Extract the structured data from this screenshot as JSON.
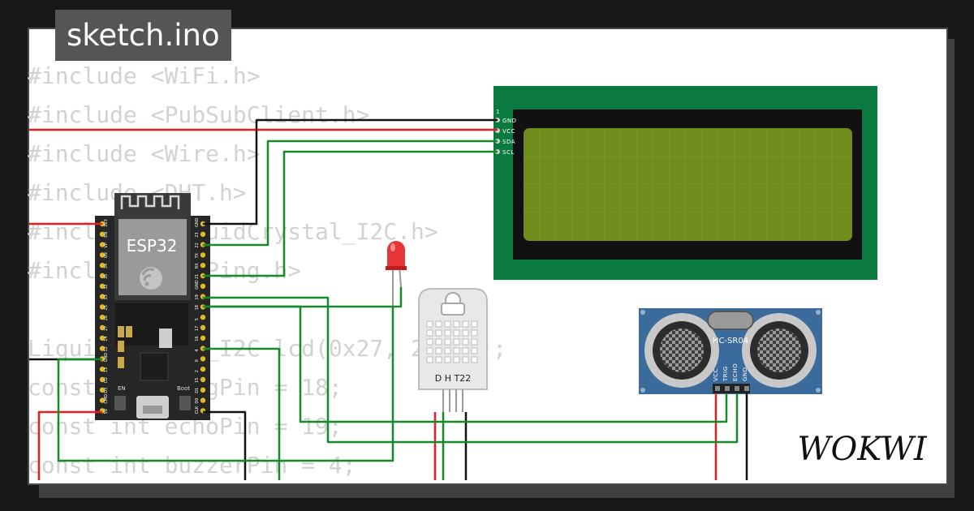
{
  "tab": {
    "filename": "sketch.ino"
  },
  "code": {
    "lines": [
      "#include <WiFi.h>",
      "#include <PubSubClient.h>",
      "#include <Wire.h>",
      "#include <DHT.h>",
      "#include <LiquidCrystal_I2C.h>",
      "#include <NewPing.h>",
      "",
      "LiquidCrystal_I2C lcd(0x27, 20, 4);",
      "const int trigPin = 18;",
      "const int echoPin = 19;",
      "const int buzzerPin = 4;"
    ]
  },
  "esp32": {
    "label": "ESP32",
    "en_label": "EN",
    "boot_label": "Boot",
    "left_pins": [
      "3V3",
      "EN",
      "VP",
      "VN",
      "34",
      "35",
      "32",
      "33",
      "25",
      "26",
      "27",
      "14",
      "12",
      "GND",
      "13",
      "D2",
      "D3",
      "CMD",
      "5V"
    ],
    "right_pins": [
      "GND",
      "23",
      "22",
      "TX",
      "RX",
      "21",
      "GND",
      "19",
      "18",
      "5",
      "17",
      "16",
      "4",
      "0",
      "2",
      "15",
      "D1",
      "D0",
      "CLK"
    ]
  },
  "lcd": {
    "pin_number": "1",
    "pins": [
      "GND",
      "VCC",
      "SDA",
      "SCL"
    ]
  },
  "dht": {
    "label": "D H T22"
  },
  "ultrasonic": {
    "label": "HC-SR04",
    "pins": [
      "VCC",
      "TRIG",
      "ECHO",
      "GND"
    ]
  },
  "brand": {
    "logo": "WOKWI"
  },
  "colors": {
    "wire_red": "#e41e1e",
    "wire_black": "#111111",
    "wire_green": "#148a28",
    "lcd_board": "#0b7a41",
    "lcd_screen": "#708c1c",
    "ultrasonic_board": "#3a6b9c",
    "esp32_board": "#262626",
    "led": "#e52a2a"
  }
}
